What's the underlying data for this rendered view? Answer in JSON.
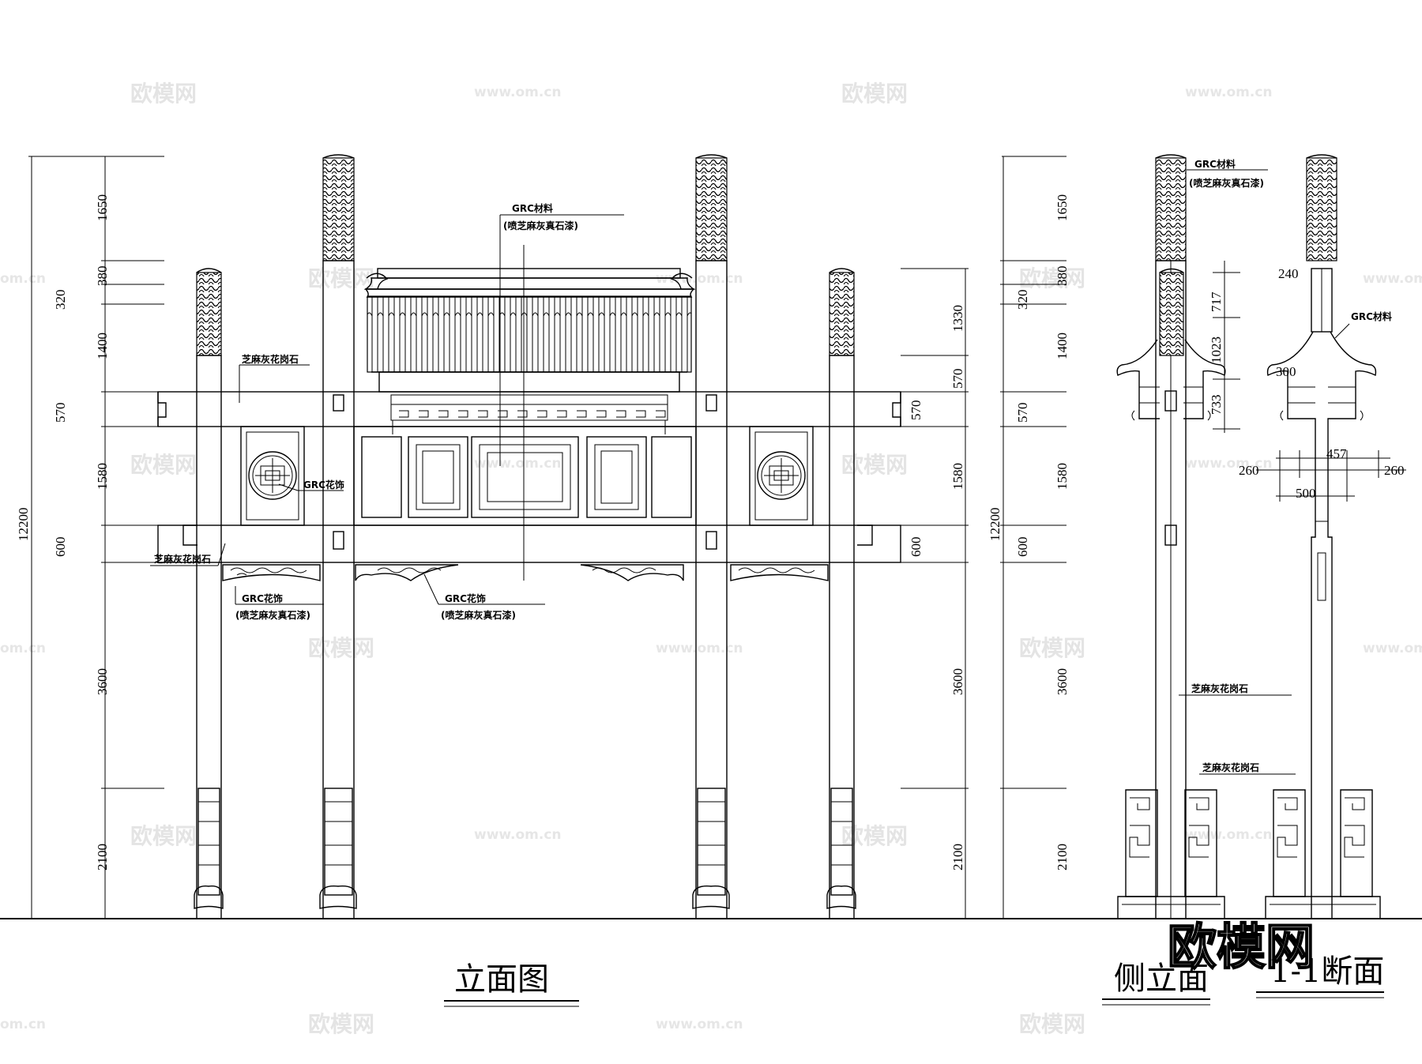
{
  "watermark": {
    "brand": "欧模网",
    "url": "www.om.cn",
    "domain_fragment": "om.cn"
  },
  "front_elevation": {
    "title": "立面图",
    "total_height": "12200",
    "left_dims": [
      "1650",
      "380",
      "320",
      "1400",
      "570",
      "1580",
      "600",
      "3600",
      "2100"
    ],
    "right_dims": [
      "1330",
      "570",
      "570",
      "1580",
      "600",
      "3600",
      "2100"
    ],
    "labels": {
      "grc_material": "GRC材料",
      "spray_paint": "(喷芝麻灰真石漆)",
      "granite": "芝麻灰花岗石",
      "grc_ornament": "GRC花饰"
    }
  },
  "side_elevation": {
    "title": "侧立面",
    "total_height": "12200",
    "left_dims": [
      "1650",
      "380",
      "320",
      "1400",
      "570",
      "1580",
      "600",
      "3600",
      "2100"
    ],
    "bracket_dims": [
      "717",
      "1023",
      "733"
    ],
    "labels": {
      "grc_material": "GRC材料",
      "spray_paint": "(喷芝麻灰真石漆)",
      "granite": "芝麻灰花岗石"
    }
  },
  "section": {
    "title": "1-1断面",
    "dims": [
      "240",
      "300",
      "457",
      "260",
      "260",
      "500"
    ],
    "labels": {
      "grc_material": "GRC材料"
    }
  }
}
